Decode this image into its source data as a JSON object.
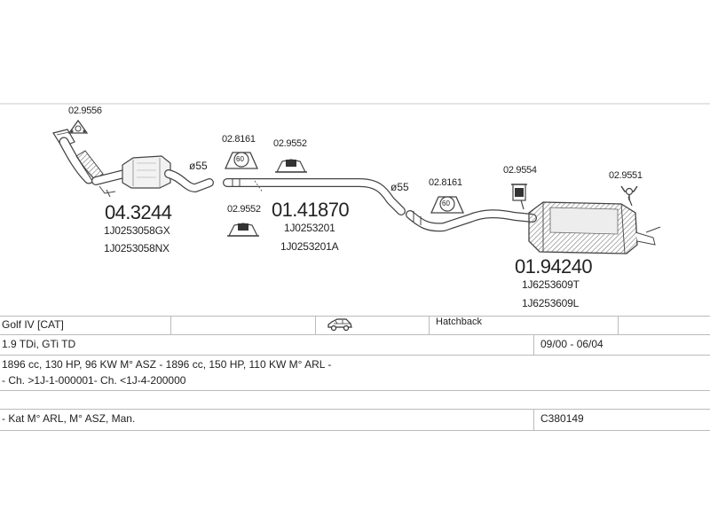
{
  "diagram": {
    "front_pipe": {
      "part_no": "04.3244",
      "oem": [
        "1J0253058GX",
        "1J0253058NX"
      ],
      "mount_code": "02.9556"
    },
    "diameter_1": "ø55",
    "middle_pipe": {
      "part_no": "01.41870",
      "oem": [
        "1J0253201",
        "1J0253201A"
      ],
      "clamp_code": "02.8161",
      "hanger_code": "02.9552",
      "hanger2_code": "02.9552"
    },
    "diameter_2": "ø55",
    "rear_box": {
      "part_no": "01.94240",
      "oem": [
        "1J6253609T",
        "1J6253609L"
      ],
      "clamp_code": "02.8161",
      "hanger_code": "02.9554",
      "tail_hanger_code": "02.9551"
    },
    "clamp_size": "60"
  },
  "table": {
    "row1": {
      "model": "Golf IV  [CAT]",
      "body": "Hatchback",
      "icon": "car-icon"
    },
    "row2": {
      "engine": "1.9 TDi, GTi TD",
      "years": "09/00 - 06/04"
    },
    "row3": {
      "specs": "1896 cc, 130 HP, 96 KW M° ASZ - 1896 cc, 150 HP, 110 KW M° ARL -",
      "chassis": "- Ch. >1J-1-000001- Ch. <1J-4-200000"
    },
    "row5": {
      "notes": "- Kat M° ARL, M° ASZ, Man.",
      "ref": "C380149"
    }
  }
}
